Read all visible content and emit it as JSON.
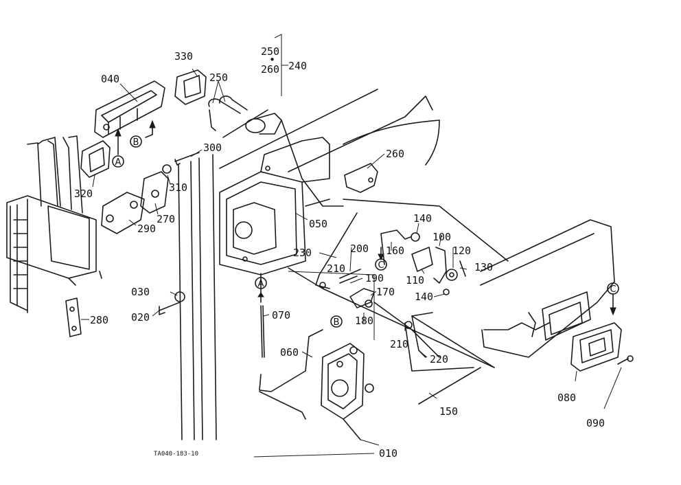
{
  "labels": {
    "p250a": "250",
    "dot": "•",
    "p260a": "260",
    "p240": "240",
    "p330": "330",
    "p040": "040",
    "p250b": "250",
    "p300": "300",
    "p310": "310",
    "p320": "320",
    "p290": "290",
    "p270": "270",
    "p260b": "260",
    "p050": "050",
    "p230": "230",
    "p160": "160",
    "p200": "200",
    "p140a": "140",
    "p100": "100",
    "p120": "120",
    "p210a": "210",
    "p110": "110",
    "p130": "130",
    "p190": "190",
    "p170": "170",
    "p140b": "140",
    "p030": "030",
    "p020": "020",
    "p180": "180",
    "p280": "280",
    "p070": "070",
    "p210b": "210",
    "p060": "060",
    "p220": "220",
    "p080": "080",
    "p150": "150",
    "p090": "090",
    "p010": "010"
  },
  "callouts": {
    "A": "A",
    "B": "B",
    "C": "C"
  },
  "drawing_code": "TA040-183-10"
}
